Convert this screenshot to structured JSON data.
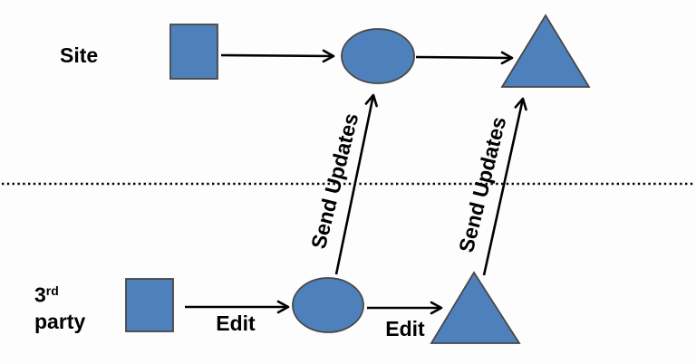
{
  "diagram": {
    "type": "flow-diagram",
    "lane_labels": {
      "top": "Site",
      "bottom_base": "3",
      "bottom_sup": "rd",
      "bottom_line2": "party"
    },
    "nodes": [
      {
        "id": "site-square",
        "lane": "Site",
        "shape": "square"
      },
      {
        "id": "site-ellipse",
        "lane": "Site",
        "shape": "ellipse"
      },
      {
        "id": "site-triangle",
        "lane": "Site",
        "shape": "triangle"
      },
      {
        "id": "party-square",
        "lane": "3rd party",
        "shape": "square"
      },
      {
        "id": "party-ellipse",
        "lane": "3rd party",
        "shape": "ellipse"
      },
      {
        "id": "party-triangle",
        "lane": "3rd party",
        "shape": "triangle"
      }
    ],
    "edges": [
      {
        "from": "site-square",
        "to": "site-ellipse",
        "label": ""
      },
      {
        "from": "site-ellipse",
        "to": "site-triangle",
        "label": ""
      },
      {
        "from": "party-square",
        "to": "party-ellipse",
        "label": "Edit"
      },
      {
        "from": "party-ellipse",
        "to": "party-triangle",
        "label": "Edit"
      },
      {
        "from": "party-ellipse",
        "to": "site-ellipse",
        "label": "Send Updates"
      },
      {
        "from": "party-triangle",
        "to": "site-triangle",
        "label": "Send Updates"
      }
    ],
    "colors": {
      "shape_fill": "#4E81BC",
      "shape_stroke": "#474747",
      "arrow": "#000000",
      "divider": "#000000",
      "text": "#000000",
      "background": "#FDFDFD"
    }
  }
}
